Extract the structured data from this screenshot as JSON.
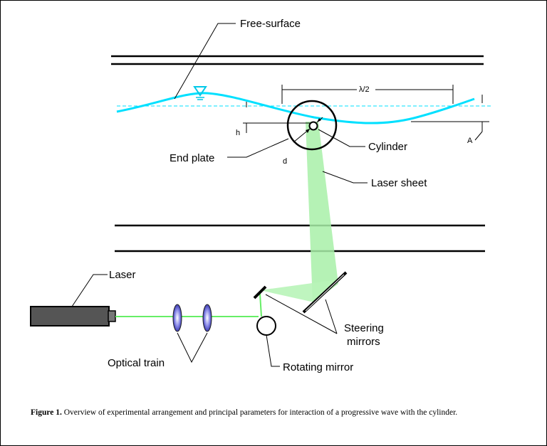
{
  "labels": {
    "free_surface": "Free-surface",
    "wavelength": "λ/2",
    "h": "h",
    "d": "d",
    "a": "A",
    "cylinder": "Cylinder",
    "end_plate": "End plate",
    "laser_sheet": "Laser sheet",
    "laser": "Laser",
    "optical_train": "Optical train",
    "steering_mirrors_line1": "Steering",
    "steering_mirrors_line2": "mirrors",
    "rotating_mirror": "Rotating mirror"
  },
  "caption": {
    "figure_label": "Figure 1.",
    "text": " Overview of experimental arrangement and principal parameters for interaction of a progressive wave with the cylinder."
  },
  "colors": {
    "wave": "#00e0ff",
    "laser_beam": "#66ee66",
    "laser_sheet": "#a8f0a8",
    "laser_body": "#555555",
    "lens": "#5a5ad0"
  }
}
